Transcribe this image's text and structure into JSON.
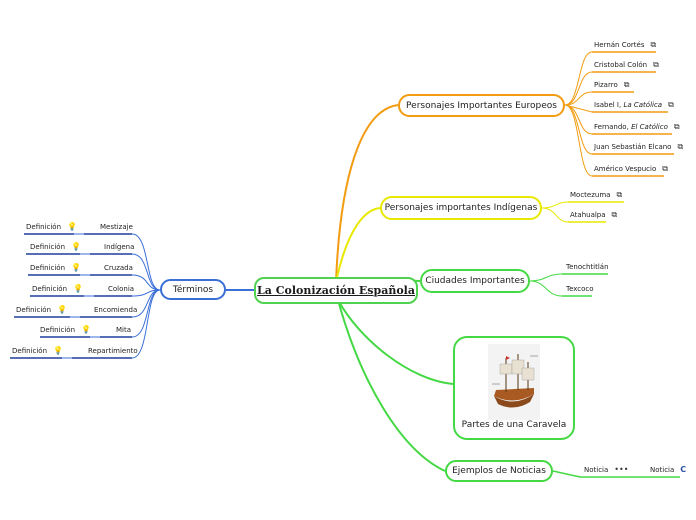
{
  "root": {
    "title": "La Colonización Española"
  },
  "branches": {
    "europeos": {
      "label": "Personajes Importantes Europeos",
      "items": [
        {
          "label": "Hernán Cortés"
        },
        {
          "label": "Cristobal Colón"
        },
        {
          "label": "Pizarro"
        },
        {
          "label": "Isabel I,",
          "italic": "La Católica"
        },
        {
          "label": "Fernando,",
          "italic": "El Católico"
        },
        {
          "label": "Juan Sebastián Elcano"
        },
        {
          "label": "Américo Vespucio"
        }
      ]
    },
    "indigenas": {
      "label": "Personajes importantes Indígenas",
      "items": [
        {
          "label": "Moctezuma"
        },
        {
          "label": "Atahualpa"
        }
      ]
    },
    "ciudades": {
      "label": "Ciudades Importantes",
      "items": [
        {
          "label": "Tenochtitlán"
        },
        {
          "label": "Texcoco"
        }
      ]
    },
    "caravela": {
      "label": "Partes de una Caravela"
    },
    "noticias": {
      "label": "Ejemplos de Noticias",
      "items": [
        {
          "label": "Noticia"
        },
        {
          "label": "Noticia"
        }
      ]
    },
    "terminos": {
      "label": "Términos",
      "items": [
        {
          "label": "Mestizaje",
          "def": "Definición"
        },
        {
          "label": "Indígena",
          "def": "Definición"
        },
        {
          "label": "Cruzada",
          "def": "Definición"
        },
        {
          "label": "Colonia",
          "def": "Definición"
        },
        {
          "label": "Encomienda",
          "def": "Definición"
        },
        {
          "label": "Mita",
          "def": "Definición"
        },
        {
          "label": "Repartimiento",
          "def": "Definición"
        }
      ]
    }
  },
  "colors": {
    "orange": "#f39c12",
    "yellow": "#e8e800",
    "green": "#44d944",
    "blue": "#3a6fd8",
    "navy": "#1f3f9a"
  }
}
